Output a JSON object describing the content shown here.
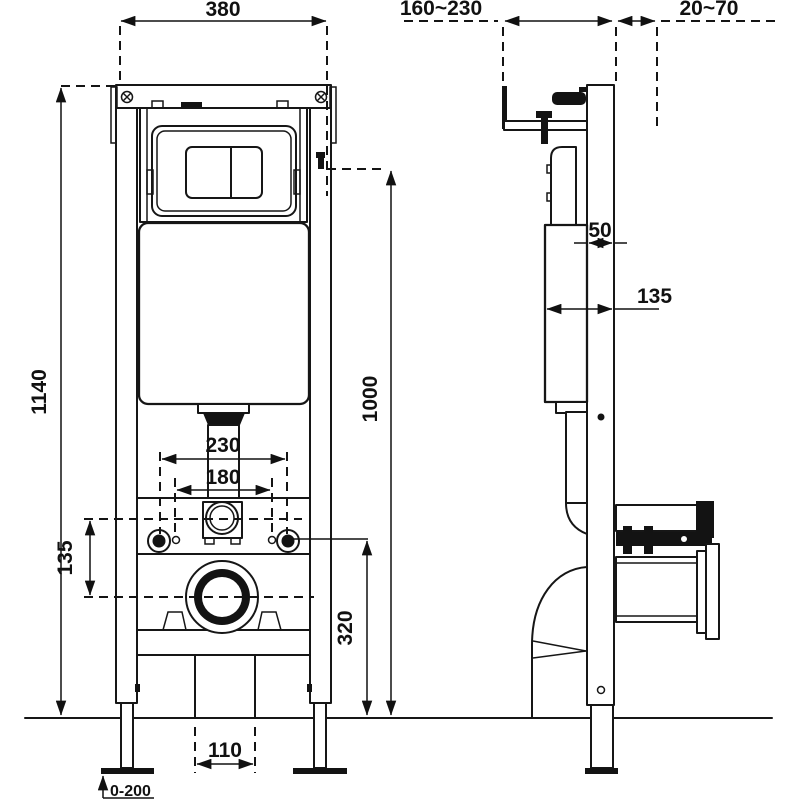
{
  "drawing": {
    "kind": "technical-dimension-diagram",
    "subject": "concealed-cistern wall-hung toilet mounting frame",
    "views": [
      "front-view",
      "side-view"
    ],
    "style": {
      "ink": "#161616",
      "background": "#ffffff"
    }
  },
  "labels": {
    "frame_width": "380",
    "frame_height": "1140",
    "flush_unit_height": "1000",
    "pipe_spacing_outer": "230",
    "bolt_spacing": "180",
    "inlet_to_drain_offset": "135",
    "drain_center_height": "320",
    "outlet_gap": "110",
    "foot_adjust_range": "0-200",
    "install_depth_range": "160~230",
    "front_clearance_range": "20~70",
    "rail_depth": "50",
    "tank_depth": "135"
  }
}
